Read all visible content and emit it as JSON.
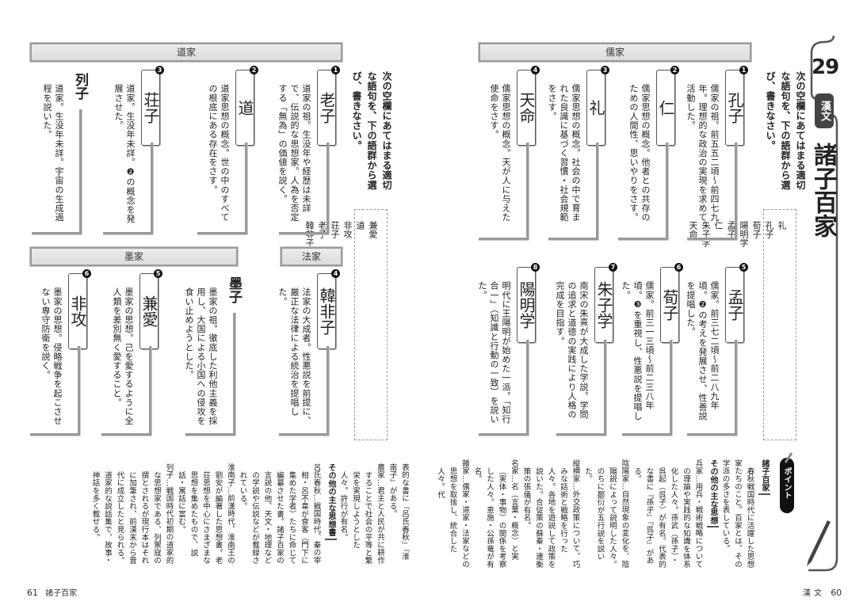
{
  "right_page": {
    "lesson_number": "29",
    "subject_badge": "漢文",
    "title": "諸子百家",
    "instruction": "次の空欄にあてはまる適切な語句を、下の語群から選び、書きなさい。",
    "word_bank": [
      "礼",
      "孔子",
      "荀子",
      "陽明学",
      "孟子",
      "仁",
      "朱子学",
      "天命"
    ],
    "sections": [
      {
        "header": "儒家",
        "cards": [
          {
            "num": "1",
            "label": "孔子",
            "boxed": true,
            "text": "儒家の祖。前五五二頃～前四七九年。理想的な政治の実現を求めて活動した。"
          },
          {
            "num": "2",
            "label": "仁",
            "boxed": true,
            "text": "儒家思想の概念。他者との共存のための人間性、思いやりをさす。"
          },
          {
            "num": "3",
            "label": "礼",
            "boxed": true,
            "text": "儒家思想の概念。社会の中で育まれた良識に基づく習慣・社会規範をさす。"
          },
          {
            "num": "4",
            "label": "天命",
            "boxed": true,
            "text": "儒家思想の概念。天が人に与えた使命をさす。"
          },
          {
            "num": "5",
            "label": "孟子",
            "boxed": true,
            "text": "儒家。前三七二頃～前二八九年頃。❷の考えを発展させ、性善説を提唱した。"
          },
          {
            "num": "6",
            "label": "荀子",
            "boxed": true,
            "text": "儒家。前三一三頃～前二三八年頃。❸を重視し、性悪説を提唱した。"
          },
          {
            "num": "7",
            "label": "朱子学",
            "boxed": true,
            "text": "南宋の朱熹が大成した学説。学問の追求と道徳の実践により人格の完成を目指す。"
          },
          {
            "num": "8",
            "label": "陽明学",
            "boxed": true,
            "text": "明代に王陽明が始めた一派。「知行合一」（知識と行動の一致）を説いた。"
          }
        ]
      }
    ],
    "point_label": "ポイント",
    "notes": {
      "heading": "諸子百家",
      "intro": "春秋戦国時代に活躍した思想家たちのこと。百家とは、その学派の多さを表している。",
      "subheading": "その他の主な思想",
      "items": [
        "兵家…用兵・戦術戦略についての理論や実践的な知識を体系化した人々。孫武（孫子）・呉起（呉子）が有名。代表的な書に『孫子』『呉子』がある。",
        "陰陽家…自然現象の変化を、陰陽説によって説明した人々。のちに鄒衍が五行説を説いた。",
        "縦横家…外交政策について、巧みな話術と戦略を行った人々。各地を遊説して政策を説いた。合従策の蘇秦・連衡策の張儀が有名。",
        "名家…名（言葉・概念）と実（実体・事物）の関係を考察した人々。恵施・公孫竜が有名。",
        "雑家…儒家・道家・法家などの思想を取捨し、統合した人々。代"
      ]
    },
    "footer": {
      "section": "漢文",
      "page": "60"
    }
  },
  "left_page": {
    "instruction": "次の空欄にあてはまる適切な語句を、下の語群から選び、書きなさい。",
    "word_bank": [
      "兼愛",
      "道",
      "非攻",
      "荘子",
      "老子",
      "韓非子"
    ],
    "sections": [
      {
        "header": "道家",
        "cards": [
          {
            "num": "1",
            "label": "老子",
            "boxed": true,
            "text": "道家の祖。生没年や経歴は未詳で、伝説的な思想家。人為を否定する「無為」の価値を説く。"
          },
          {
            "num": "2",
            "label": "道",
            "boxed": true,
            "text": "道家思想の概念。世の中のすべての根底にある存在をさす。"
          },
          {
            "num": "3",
            "label": "荘子",
            "boxed": true,
            "text": "道家。生没年未詳。❷の概念を発展させた。"
          },
          {
            "num": "",
            "label": "列子",
            "boxed": false,
            "text": "道家。生没年未詳。宇宙の生成過程を説いた。"
          }
        ]
      },
      {
        "header": "法家",
        "cards": [
          {
            "num": "4",
            "label": "韓非子",
            "boxed": true,
            "text": "法家の大成者。性悪説を前提に、厳正な法律による統治を提唱した。"
          }
        ]
      },
      {
        "header": "墨家",
        "cards": [
          {
            "num": "",
            "label": "墨子",
            "boxed": false,
            "text": "墨家の祖。徹底した利他主義を採用し、大国による小国への侵攻を食い止めようとした。"
          },
          {
            "num": "5",
            "label": "兼愛",
            "boxed": true,
            "text": "墨家の思想。己を愛するように全人類を差別無く愛すること。"
          },
          {
            "num": "6",
            "label": "非攻",
            "boxed": true,
            "text": "墨家の思想。侵略戦争を起こさせない専守防衛を説く。"
          }
        ]
      }
    ],
    "notes": {
      "continuation": "表的な書に『呂氏春秋』『淮南子』がある。",
      "items_before": [
        "農家…君主と人民が共に耕作することで社会の平等と繁栄を実現しようとした人々。許行が有名。"
      ],
      "subheading": "その他の主な思想書",
      "items": [
        "呂氏春秋…戦国時代、秦の宰相・呂不韋が食客（門下に集めた学者）たちに命じて編纂させた書。諸子百家の言説の他、天文・地理などの学説や伝説などが載録されている。",
        "淮南子…前漢時代、淮南王の劉安が編著した思想書。老荘思想を中心にさまざまな思想を集めたもので、説話・寓話に富む。",
        "列子…戦国時代初期の道家的な思想家である、列禦寇の撰とされるが現行本はそれに加筆され、前漢末から晋代に成立したと見られる。道家的な説話集で、故事・神話を多く載せる。"
      ]
    },
    "footer": {
      "page": "61",
      "section": "諸子百家"
    }
  },
  "colors": {
    "text": "#222222",
    "bar_fill": "#e2e2e2",
    "bar_border": "#9a9a9a",
    "connector": "#999999",
    "badge": "#444444"
  }
}
